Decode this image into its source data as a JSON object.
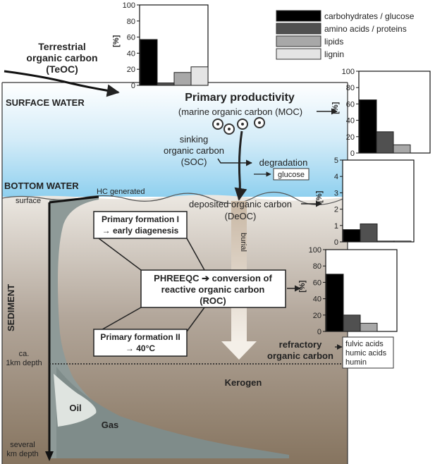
{
  "legend": [
    {
      "label": "carbohydrates / glucose",
      "color": "#000000"
    },
    {
      "label": "amino acids / proteins",
      "color": "#505050"
    },
    {
      "label": "lipids",
      "color": "#a8a8a8"
    },
    {
      "label": "lignin",
      "color": "#e4e4e4"
    }
  ],
  "labels": {
    "terrestrial": [
      "Terrestrial",
      "organic carbon",
      "(TeOC)"
    ],
    "surface_water": "SURFACE WATER",
    "bottom_water": "BOTTOM WATER",
    "sediment": "SEDIMENT",
    "surface": "surface",
    "hc_generated": "HC generated",
    "primary_productivity": "Primary productivity",
    "moc": "(marine organic carbon (MOC)",
    "sinking": [
      "sinking",
      "organic carbon",
      "(SOC)"
    ],
    "degradation": "degradation",
    "glucose": "glucose",
    "deposited": [
      "deposited organic carbon",
      "(DeOC)"
    ],
    "burial": "burial",
    "primary_formation_1": [
      "Primary formation I",
      "→ early diagenesis"
    ],
    "phreeqc": [
      "PHREEQC ➔ conversion of",
      "reactive organic carbon",
      "(ROC)"
    ],
    "primary_formation_2": [
      "Primary formation II",
      "→ 40°C"
    ],
    "refractory": [
      "refractory",
      "organic carbon"
    ],
    "refractory_items": [
      "fulvic acids",
      "humic acids",
      "humin"
    ],
    "depth_1km": [
      "ca.",
      "1km depth"
    ],
    "depth_several": [
      "several",
      "km depth"
    ],
    "kerogen": "Kerogen",
    "oil": "Oil",
    "gas": "Gas"
  },
  "chart_data": [
    {
      "type": "bar",
      "id": "teoc",
      "ylabel": "[%]",
      "ylim": [
        0,
        100
      ],
      "yticks": [
        0,
        20,
        40,
        60,
        80,
        100
      ],
      "categories": [
        "carbohydrates / glucose",
        "amino acids / proteins",
        "lipids",
        "lignin"
      ],
      "values": [
        57,
        3,
        16,
        23
      ]
    },
    {
      "type": "bar",
      "id": "moc",
      "ylabel": "[%]",
      "ylim": [
        0,
        100
      ],
      "yticks": [
        0,
        20,
        40,
        60,
        80,
        100
      ],
      "categories": [
        "carbohydrates / glucose",
        "amino acids / proteins",
        "lipids"
      ],
      "values": [
        65,
        26,
        10
      ]
    },
    {
      "type": "bar",
      "id": "deoc",
      "ylabel": "[%]",
      "ylim": [
        0,
        5
      ],
      "yticks": [
        0,
        1,
        2,
        3,
        4,
        5
      ],
      "categories": [
        "carbohydrates / glucose",
        "amino acids / proteins",
        "lipids",
        "lignin"
      ],
      "values": [
        0.75,
        1.1,
        0.05,
        0.05
      ]
    },
    {
      "type": "bar",
      "id": "roc",
      "ylabel": "[%]",
      "ylim": [
        0,
        100
      ],
      "yticks": [
        0,
        20,
        40,
        60,
        80,
        100
      ],
      "categories": [
        "carbohydrates / glucose",
        "amino acids / proteins",
        "lipids"
      ],
      "values": [
        70,
        20,
        10
      ]
    }
  ]
}
